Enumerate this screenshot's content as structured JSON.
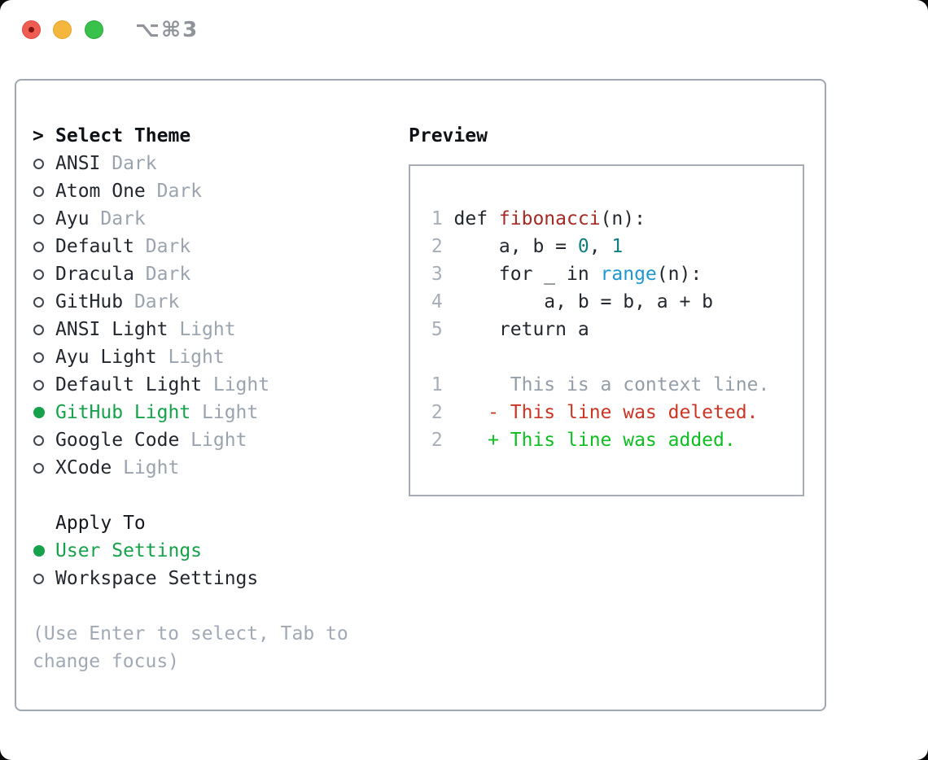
{
  "titlebar": {
    "shortcut": "⌥⌘3"
  },
  "colors": {
    "code": "#23282e",
    "func": "#a52a24",
    "number": "#0f7e80",
    "builtin": "#1e97d5",
    "context": "#949ea8",
    "deleted": "#cb3524",
    "added": "#0fbe23",
    "accent_green": "#15a24a",
    "muted": "#9aa4af"
  },
  "theme_menu": {
    "cursor": ">",
    "header": "Select Theme",
    "items": [
      {
        "name": "ANSI",
        "variant": "Dark",
        "selected": false
      },
      {
        "name": "Atom One",
        "variant": "Dark",
        "selected": false
      },
      {
        "name": "Ayu",
        "variant": "Dark",
        "selected": false
      },
      {
        "name": "Default",
        "variant": "Dark",
        "selected": false
      },
      {
        "name": "Dracula",
        "variant": "Dark",
        "selected": false
      },
      {
        "name": "GitHub",
        "variant": "Dark",
        "selected": false
      },
      {
        "name": "ANSI Light",
        "variant": "Light",
        "selected": false
      },
      {
        "name": "Ayu Light",
        "variant": "Light",
        "selected": false
      },
      {
        "name": "Default Light",
        "variant": "Light",
        "selected": false
      },
      {
        "name": "GitHub Light",
        "variant": "Light",
        "selected": true
      },
      {
        "name": "Google Code",
        "variant": "Light",
        "selected": false
      },
      {
        "name": "XCode",
        "variant": "Light",
        "selected": false
      }
    ]
  },
  "apply_to": {
    "header": "Apply To",
    "options": [
      {
        "name": "User Settings",
        "selected": true
      },
      {
        "name": "Workspace Settings",
        "selected": false
      }
    ]
  },
  "hint": "(Use Enter to select, Tab to change focus)",
  "preview": {
    "header": "Preview",
    "code": [
      {
        "num": "1",
        "tokens": [
          {
            "t": "def ",
            "c": "code"
          },
          {
            "t": "fibonacci",
            "c": "func"
          },
          {
            "t": "(n):",
            "c": "code"
          }
        ]
      },
      {
        "num": "2",
        "tokens": [
          {
            "t": "    a, b = ",
            "c": "code"
          },
          {
            "t": "0",
            "c": "number"
          },
          {
            "t": ", ",
            "c": "code"
          },
          {
            "t": "1",
            "c": "number"
          }
        ]
      },
      {
        "num": "3",
        "tokens": [
          {
            "t": "    for _ in ",
            "c": "code"
          },
          {
            "t": "range",
            "c": "builtin"
          },
          {
            "t": "(n):",
            "c": "code"
          }
        ]
      },
      {
        "num": "4",
        "tokens": [
          {
            "t": "        a, b = b, a + b",
            "c": "code"
          }
        ]
      },
      {
        "num": "5",
        "tokens": [
          {
            "t": "    return a",
            "c": "code"
          }
        ]
      },
      {
        "blank": true
      },
      {
        "num": "1",
        "tokens": [
          {
            "t": "     This is a context line.",
            "c": "context"
          }
        ]
      },
      {
        "num": "2",
        "tokens": [
          {
            "t": "   - This line was deleted.",
            "c": "deleted"
          }
        ]
      },
      {
        "num": "2",
        "tokens": [
          {
            "t": "   + This line was added.",
            "c": "added"
          }
        ]
      }
    ]
  }
}
